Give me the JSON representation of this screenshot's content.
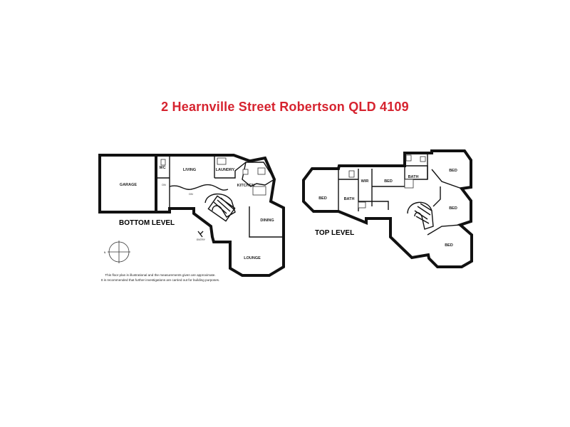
{
  "title": "2 Hearnville Street Robertson QLD 4109",
  "bottom_level": {
    "label": "BOTTOM LEVEL",
    "rooms": {
      "garage": "GARAGE",
      "wc": "WC",
      "living": "LIVING",
      "laundry": "LAUNDRY",
      "kitchen": "KITCHEN",
      "dining": "DINING",
      "lounge": "LOUNGE"
    },
    "markers": {
      "dn1": "DN",
      "dn2": "DN",
      "entry": "ENTRY"
    }
  },
  "top_level": {
    "label": "TOP LEVEL",
    "rooms": {
      "bed_large": "BED",
      "bath1": "BATH",
      "wir": "WIR",
      "bed_small": "BED",
      "bath2": "BATH",
      "bed_top_right": "BED",
      "bed_right": "BED",
      "bed_bottom": "BED"
    }
  },
  "compass": {
    "north": "N"
  },
  "disclaimer": {
    "line1": "This floor plan is illustrational and the measurements given are approximate.",
    "line2": "It is recommended that further investigations are carried out for building purposes."
  },
  "colors": {
    "title": "#d6232f",
    "walls": "#111111"
  }
}
